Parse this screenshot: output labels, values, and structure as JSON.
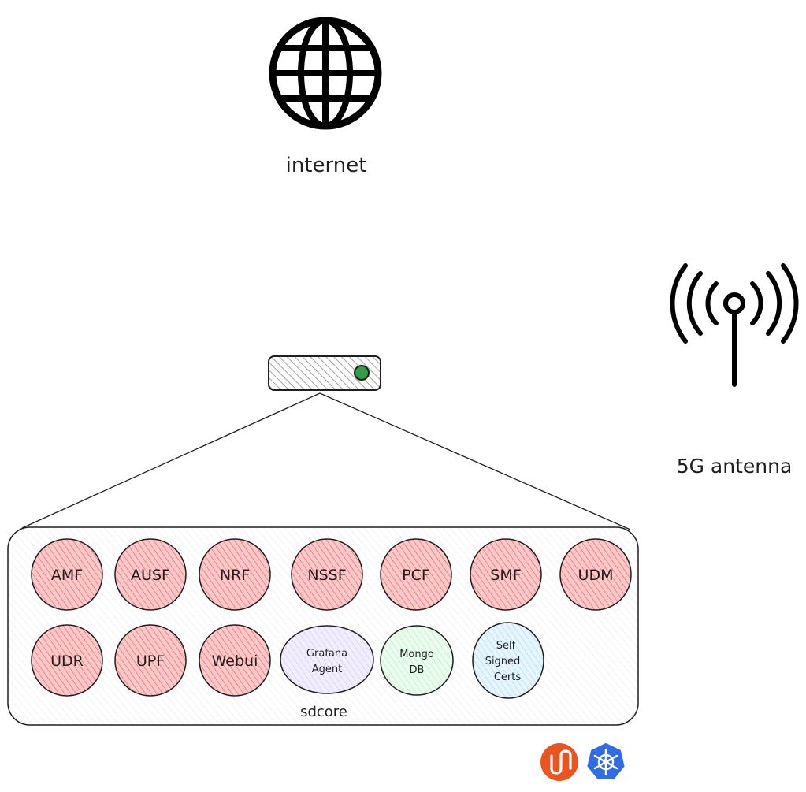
{
  "labels": {
    "internet": "internet",
    "antenna": "5G antenna",
    "sdcore": "sdcore"
  },
  "functions_row1": [
    "AMF",
    "AUSF",
    "NRF",
    "NSSF",
    "PCF",
    "SMF",
    "UDM"
  ],
  "functions_row2": [
    "UDR",
    "UPF",
    "Webui"
  ],
  "services": {
    "grafana": [
      "Grafana",
      "Agent"
    ],
    "mongo": [
      "Mongo",
      "DB"
    ],
    "certs": [
      "Self",
      "Signed",
      "Certs"
    ]
  },
  "colors": {
    "stroke": "#1e1e1e",
    "nf_fill": "#ffc9c9",
    "nf_hatch": "#e03131",
    "grafana_fill": "#e5dbff",
    "grafana_hatch": "#b197fc",
    "mongo_fill": "#d3f9d8",
    "mongo_hatch": "#8ce99a",
    "certs_fill": "#d0ebff",
    "certs_hatch": "#74c0fc",
    "led": "#2f9e44",
    "ubuntu_logo": "#e95420",
    "kubernetes_logo": "#326ce5"
  },
  "icons": [
    "globe-icon",
    "router-icon",
    "antenna-icon",
    "ubuntu-logo-icon",
    "kubernetes-logo-icon"
  ]
}
